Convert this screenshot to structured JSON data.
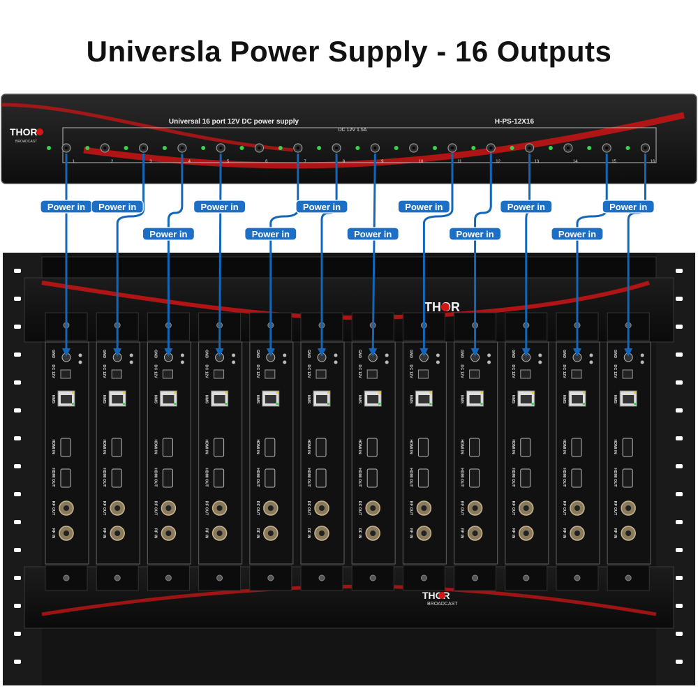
{
  "title": "Universla Power Supply - 16 Outputs",
  "psu": {
    "brand_top": "THOR",
    "brand_sub": "BROADCAST",
    "header_left": "Universal 16 port 12V DC power supply",
    "header_right": "H-PS-12X16",
    "spec": "DC 12V 1.5A",
    "port_numbers": [
      "1",
      "2",
      "3",
      "4",
      "5",
      "6",
      "7",
      "8",
      "9",
      "10",
      "11",
      "12",
      "13",
      "14",
      "15",
      "16"
    ]
  },
  "connection_label": "Power in",
  "rack": {
    "brand_top": "THOR",
    "brand_bottom": "THOR",
    "brand_bottom_sub": "BROADCAST"
  },
  "module": {
    "labels": [
      "GND",
      "DC 12V",
      "NMS",
      "HDMI IN",
      "HDMI OUT",
      "RF OUT",
      "RF IN"
    ]
  },
  "colors": {
    "accent_red": "#d01818",
    "line_blue": "#1466b8",
    "label_blue": "#1c6fc4"
  }
}
